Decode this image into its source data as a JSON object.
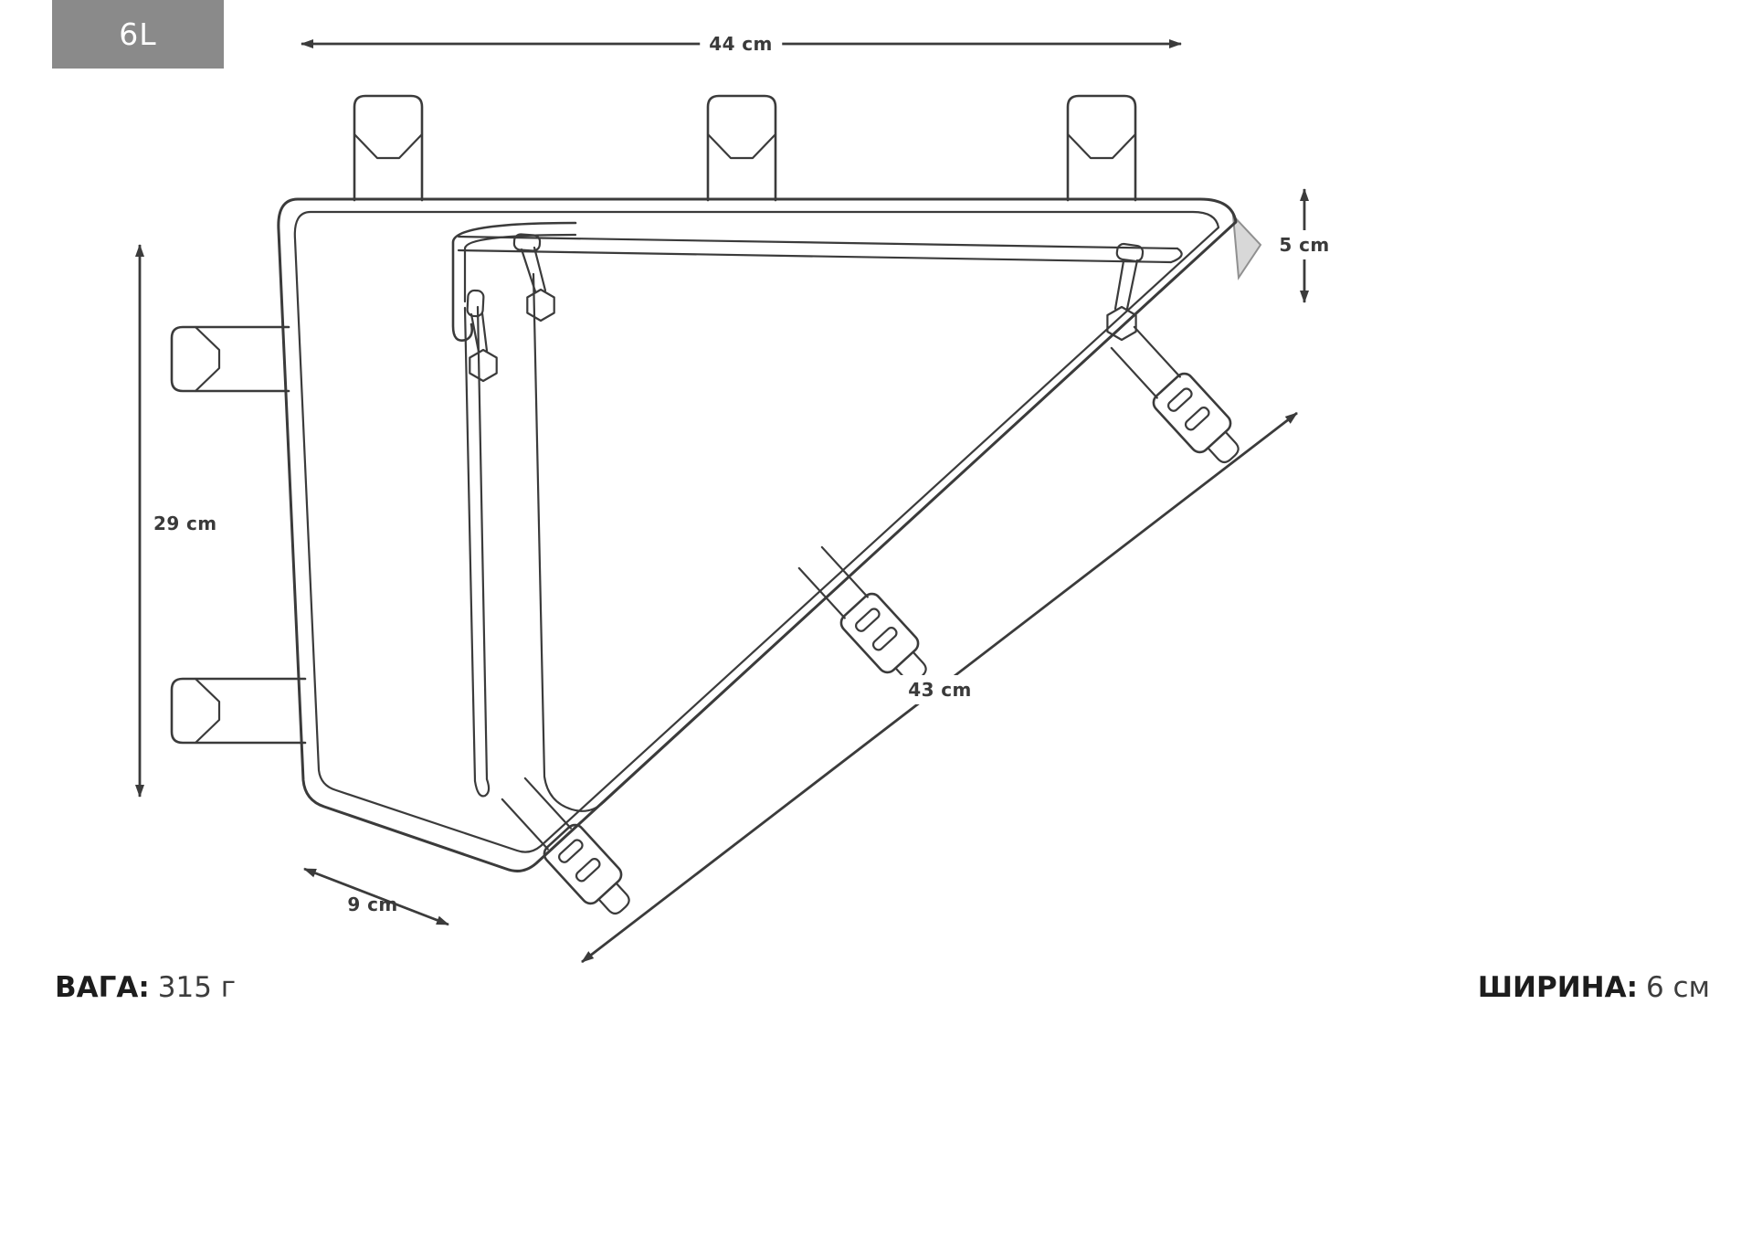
{
  "badge": {
    "label": "6L"
  },
  "dimensions": {
    "top_width": "44 cm",
    "left_height": "29 cm",
    "right_depth": "5 cm",
    "diagonal_length": "43 cm",
    "bottom_edge": "9 cm"
  },
  "specs": {
    "weight_label": "ВАГА:",
    "weight_value": "315 г",
    "width_label": "ШИРИНА:",
    "width_value": "6 см"
  },
  "colors": {
    "line": "#3b3b3b",
    "badge_bg": "#8a8a8a",
    "badge_text": "#ffffff",
    "label_text": "#3a3a3a",
    "flap_fill": "#d8d8d8"
  }
}
